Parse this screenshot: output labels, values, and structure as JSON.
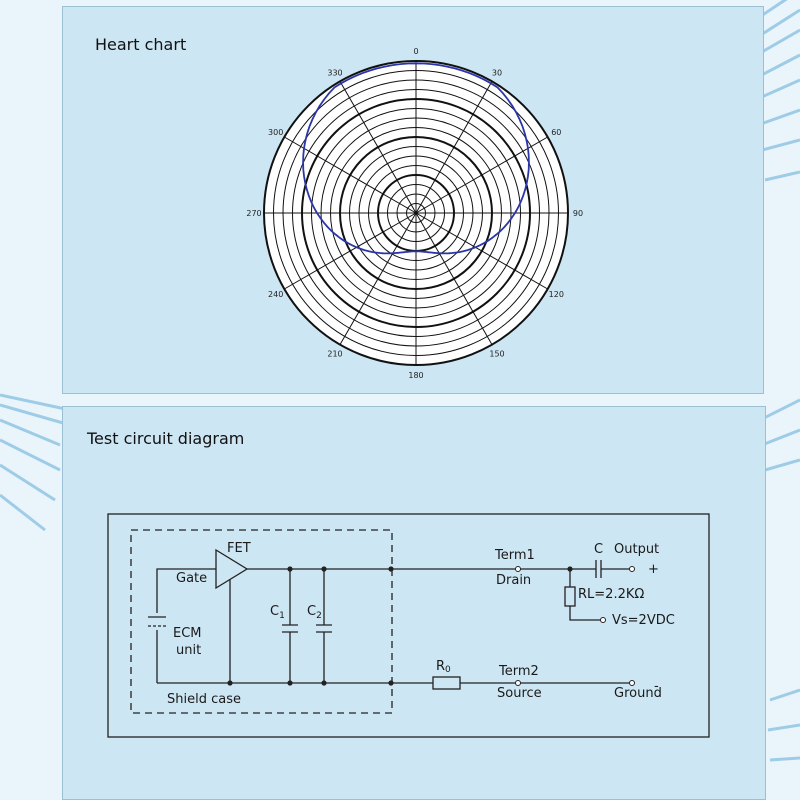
{
  "panels": {
    "heart_chart": {
      "title": "Heart chart"
    },
    "test_circuit": {
      "title": "Test circuit diagram"
    }
  },
  "polar": {
    "angle_labels": [
      "0",
      "30",
      "60",
      "90",
      "120",
      "150",
      "180",
      "210",
      "240",
      "270",
      "300",
      "330"
    ],
    "ring_count": 16,
    "pattern_color": "#2a36a8",
    "grid_color": "#111111"
  },
  "circuit": {
    "fet": "FET",
    "gate": "Gate",
    "ecm_line1": "ECM",
    "ecm_line2": "unit",
    "c1": "C",
    "c1_sub": "1",
    "c2": "C",
    "c2_sub": "2",
    "shield_case": "Shield case",
    "term1": "Term1",
    "drain": "Drain",
    "c_label": "C",
    "output": "Output",
    "plus": "+",
    "rl": "RL=2.2KΩ",
    "vs": "Vs=2VDC",
    "r0": "R",
    "r0_sub": "0",
    "term2": "Term2",
    "source": "Source",
    "ground": "Ground",
    "minus": "-"
  }
}
